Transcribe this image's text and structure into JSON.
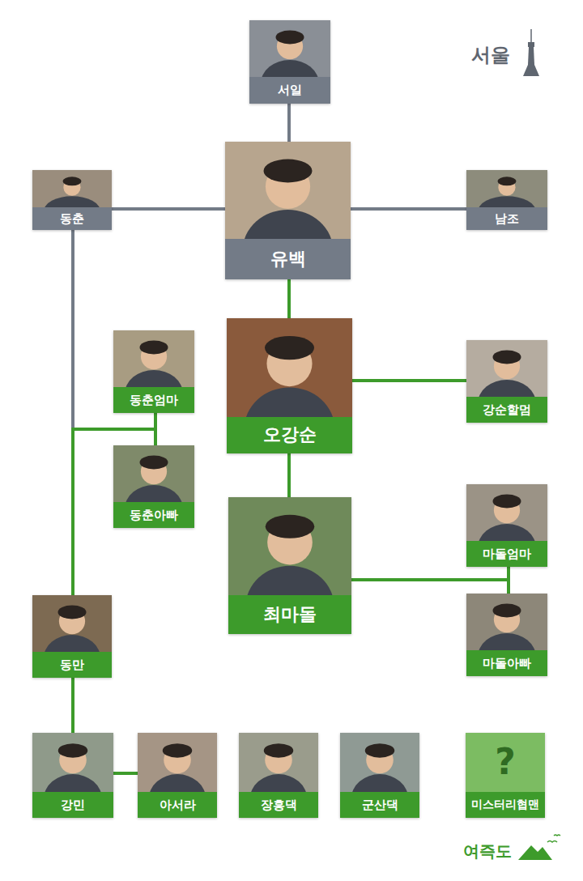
{
  "diagram": {
    "nodes": [
      {
        "text": [
          "서일"
        ]
      },
      {
        "text": [
          "동춘"
        ]
      },
      {
        "text": [
          "유백"
        ]
      },
      {
        "text": [
          "남조"
        ]
      },
      {
        "text": [
          "동춘엄마"
        ]
      },
      {
        "text": [
          "오강순"
        ]
      },
      {
        "text": [
          "강순할멈"
        ]
      },
      {
        "text": [
          "동춘아빠"
        ]
      },
      {
        "text": [
          "마돌엄마"
        ]
      },
      {
        "text": [
          "최마돌"
        ]
      },
      {
        "text": [
          "동만"
        ]
      },
      {
        "text": [
          "마돌아빠"
        ]
      },
      {
        "text": [
          "강민"
        ]
      },
      {
        "text": [
          "아서라"
        ]
      },
      {
        "text": [
          "장흥댁"
        ]
      },
      {
        "text": [
          "군산댁"
        ]
      },
      {
        "text": [
          "?",
          "미스터리협맨"
        ]
      }
    ],
    "edges": [
      {
        "from": 0,
        "to": 2,
        "arrow": "none"
      },
      {
        "from": 1,
        "to": 2,
        "arrow": "none"
      },
      {
        "from": 2,
        "to": 3,
        "arrow": "none"
      },
      {
        "from": 2,
        "to": 5,
        "arrow": "none"
      },
      {
        "from": 5,
        "to": 6,
        "arrow": "none"
      },
      {
        "from": 5,
        "to": 9,
        "arrow": "none"
      },
      {
        "from": 9,
        "to": 8,
        "arrow": "none"
      },
      {
        "from": 9,
        "to": 11,
        "arrow": "none"
      },
      {
        "from": 1,
        "to": 10,
        "arrow": "none"
      },
      {
        "from": 4,
        "to": 10,
        "arrow": "none"
      },
      {
        "from": 7,
        "to": 10,
        "arrow": "none"
      },
      {
        "from": 10,
        "to": 12,
        "arrow": "none"
      },
      {
        "from": 12,
        "to": 13,
        "arrow": "none"
      }
    ],
    "labels": [
      "서울",
      "여즉도"
    ]
  }
}
